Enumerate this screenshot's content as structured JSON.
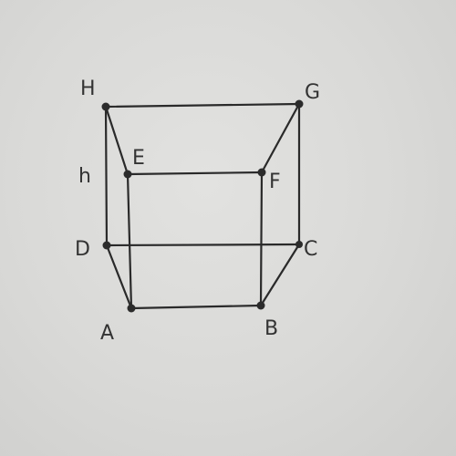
{
  "diagram": {
    "labels": {
      "H": "H",
      "G": "G",
      "E": "E",
      "F": "F",
      "D": "D",
      "C": "C",
      "A": "A",
      "B": "B",
      "h": "h"
    }
  }
}
